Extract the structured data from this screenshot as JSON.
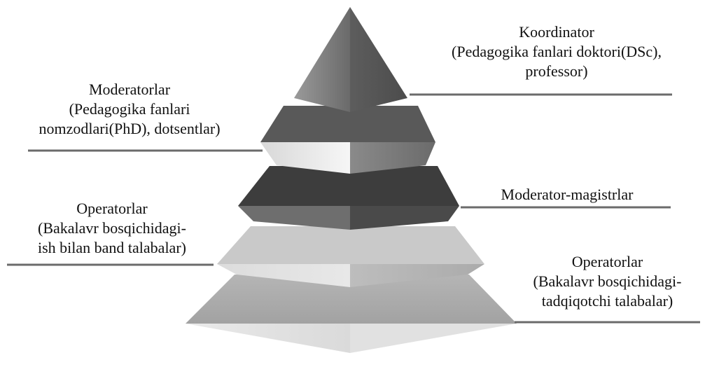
{
  "colors": {
    "line": "#6b6b6b",
    "text": "#111111"
  },
  "labels": {
    "koordinator": {
      "lines": [
        "Koordinator",
        "(Pedagogika fanlari doktori(DSc),",
        "professor)"
      ]
    },
    "moderatorlar": {
      "lines": [
        "Moderatorlar",
        "(Pedagogika fanlari",
        "nomzodlari(PhD), dotsentlar)"
      ]
    },
    "moderator_magistrlar": {
      "lines": [
        "Moderator-magistrlar"
      ]
    },
    "operatorlar_left": {
      "lines": [
        "Operatorlar",
        "(Bakalavr bosqichidagi-",
        "ish bilan band talabalar)"
      ]
    },
    "operatorlar_right": {
      "lines": [
        "Operatorlar",
        "(Bakalavr bosqichidagi-",
        "tadqiqotchi talabalar)"
      ]
    }
  }
}
